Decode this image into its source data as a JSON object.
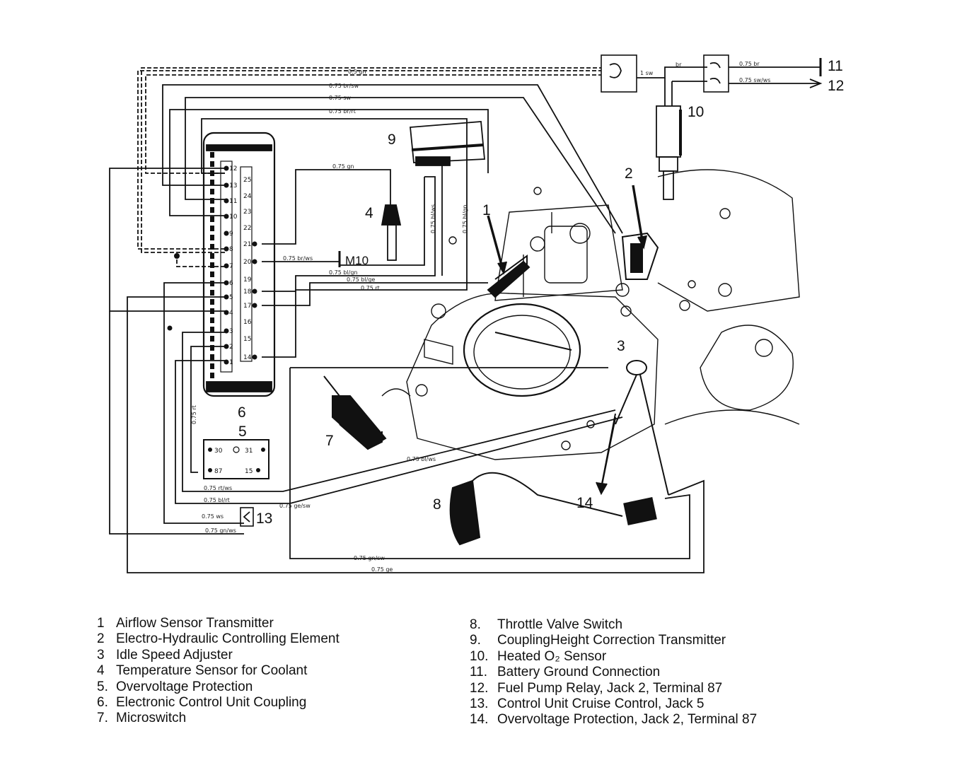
{
  "diagram": {
    "callouts": {
      "c1": "1",
      "c2": "2",
      "c3": "3",
      "c4": "4",
      "c5": "5",
      "c6": "6",
      "c7": "7",
      "c8": "8",
      "c9": "9",
      "c10": "10",
      "c11": "11",
      "c12": "12",
      "c13": "13",
      "c14": "14",
      "m10": "M10"
    },
    "relay_terminals": {
      "t30": "30",
      "t31": "31",
      "t87": "87",
      "t15": "15"
    },
    "connector_pins_left": [
      "12",
      "13",
      "11",
      "10",
      "9",
      "8",
      "7",
      "6",
      "5",
      "4",
      "3",
      "2",
      "1"
    ],
    "connector_pins_right": [
      "25",
      "24",
      "23",
      "22",
      "21",
      "20",
      "19",
      "18",
      "17",
      "16",
      "15",
      "14"
    ],
    "wire_labels": {
      "w1": "0.5 gn",
      "w2": "0.75 br/sw",
      "w3": "0.75 sw",
      "w4": "0.75 br/rt",
      "w5": "1 sw",
      "w6": "0.75 br",
      "w7": "0.75 sw/ws",
      "w8": "0.75 gn",
      "w9": "0.75 br/ws",
      "w10": "0.75 bl/gn",
      "w11": "0.75 bl/ge",
      "w12": "0.75 rt",
      "w13": "0.75 rt/ws",
      "w14": "0.75 bl/rt",
      "w15": "0.75 ws",
      "w16": "0.75 gn/ws",
      "w17": "0.75 ge",
      "w18": "0.75 bl/ws",
      "w19": "0.75 bl/ws",
      "w20": "0.75 bl/gn",
      "w21": "0.75 rt",
      "w22": "0.75 ge/sw",
      "w23": "0.75 gn/sw",
      "w24": "br"
    }
  },
  "legend": {
    "left": [
      {
        "num": "1",
        "text": "Airflow Sensor Transmitter"
      },
      {
        "num": "2",
        "text": "Electro-Hydraulic Controlling Element"
      },
      {
        "num": "3",
        "text": "Idle Speed Adjuster"
      },
      {
        "num": "4",
        "text": "Temperature Sensor for Coolant"
      },
      {
        "num": "5.",
        "text": "Overvoltage Protection"
      },
      {
        "num": "6.",
        "text": "Electronic Control Unit Coupling"
      },
      {
        "num": "7.",
        "text": "Microswitch"
      }
    ],
    "right": [
      {
        "num": "8.",
        "text": "Throttle Valve Switch"
      },
      {
        "num": "9.",
        "text": "CouplingHeight Correction Transmitter"
      },
      {
        "num": "10.",
        "text": "Heated O₂ Sensor"
      },
      {
        "num": "11.",
        "text": "Battery Ground Connection"
      },
      {
        "num": "12.",
        "text": "Fuel Pump Relay, Jack 2, Terminal 87"
      },
      {
        "num": "13.",
        "text": "Control Unit Cruise Control, Jack 5"
      },
      {
        "num": "14.",
        "text": "Overvoltage Protection, Jack 2, Terminal 87"
      }
    ]
  }
}
